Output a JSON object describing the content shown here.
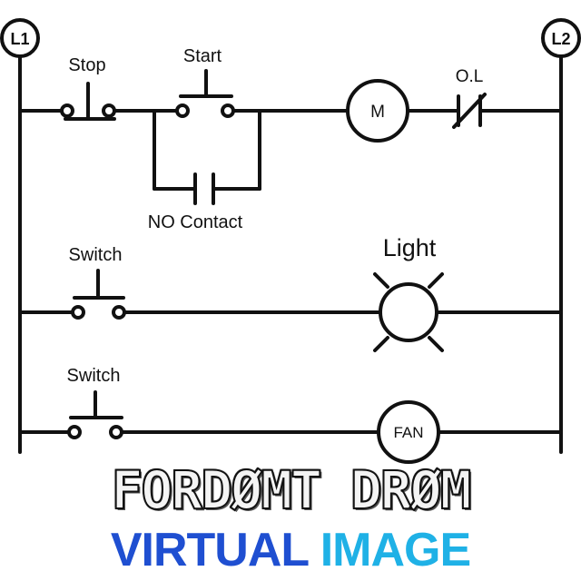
{
  "rails": {
    "left_label": "L1",
    "right_label": "L2"
  },
  "rung1": {
    "stop_label": "Stop",
    "start_label": "Start",
    "motor_label": "M",
    "overload_label": "O.L",
    "seal_in_label": "NO Contact"
  },
  "rung2": {
    "switch_label": "Switch",
    "load_label": "Light"
  },
  "rung3": {
    "switch_label": "Switch",
    "load_label": "FAN"
  },
  "banner": {
    "title": "FORDØMT DRØM",
    "subtitle_part1": "VIRTUAL",
    "subtitle_part2": "IMAGE"
  },
  "colors": {
    "line": "#111111",
    "subtitle_dark_blue": "#1f4fd1",
    "subtitle_light_blue": "#1fb1e6"
  }
}
